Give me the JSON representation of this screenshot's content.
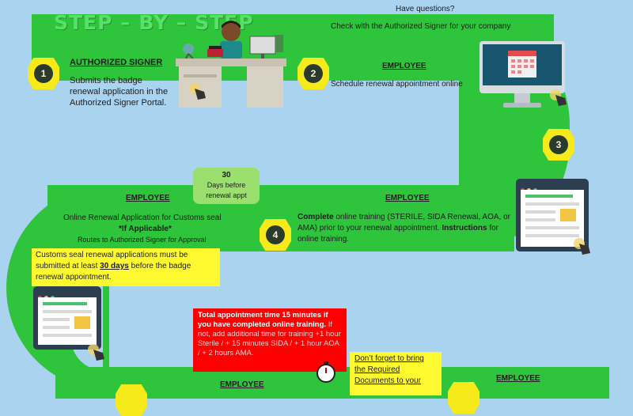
{
  "title": "STEP – BY – STEP",
  "questions": {
    "heading": "Have questions?",
    "text": "Check with the Authorized Signer for your company"
  },
  "steps": [
    {
      "num": "1",
      "heading": "AUTHORIZED SIGNER",
      "lines": [
        "Submits the badge",
        "renewal application in the",
        "Authorized Signer Portal."
      ]
    },
    {
      "num": "2",
      "heading": "EMPLOYEE",
      "lines": [
        "Schedule renewal appointment online"
      ]
    },
    {
      "num": "3"
    },
    {
      "num": "4",
      "heading": "EMPLOYEE",
      "bold_start": "Complete",
      "text_a": " online training (STERILE, SIDA Renewal, AOA, or AMA) prior to your renewal appointment.  ",
      "bold_end": "Instructions",
      "text_b": " for online training."
    }
  ],
  "customs": {
    "heading": "EMPLOYEE",
    "line1": "Online Renewal Application for Customs seal",
    "line2": "*If Applicable*",
    "line3": "Routes to Authorized Signer for Approval"
  },
  "bubble": {
    "number": "30",
    "line1": "Days before",
    "line2": "renewal appt"
  },
  "yellow_note": {
    "part1": "Customs seal renewal applications must be submitted at least ",
    "bold": "30 days",
    "part2": " before the badge renewal appointment."
  },
  "red_box": {
    "bold": "Total appointment time 15 minutes if you have completed online training.",
    "text": "If not, add additional time for training +1 hour Sterile / + 15 minutes SIDA / + 1 hour AOA / + 2 hours AMA."
  },
  "reminder": "Don’t forget to bring the Required Documents to your",
  "bottom": {
    "employee_a": "EMPLOYEE",
    "employee_b": "EMPLOYEE"
  },
  "colors": {
    "road": "#2ec43b",
    "sky": "#a9d3ee",
    "hex": "#f6ea1a",
    "red": "#ff0000",
    "note": "#fffa30"
  }
}
